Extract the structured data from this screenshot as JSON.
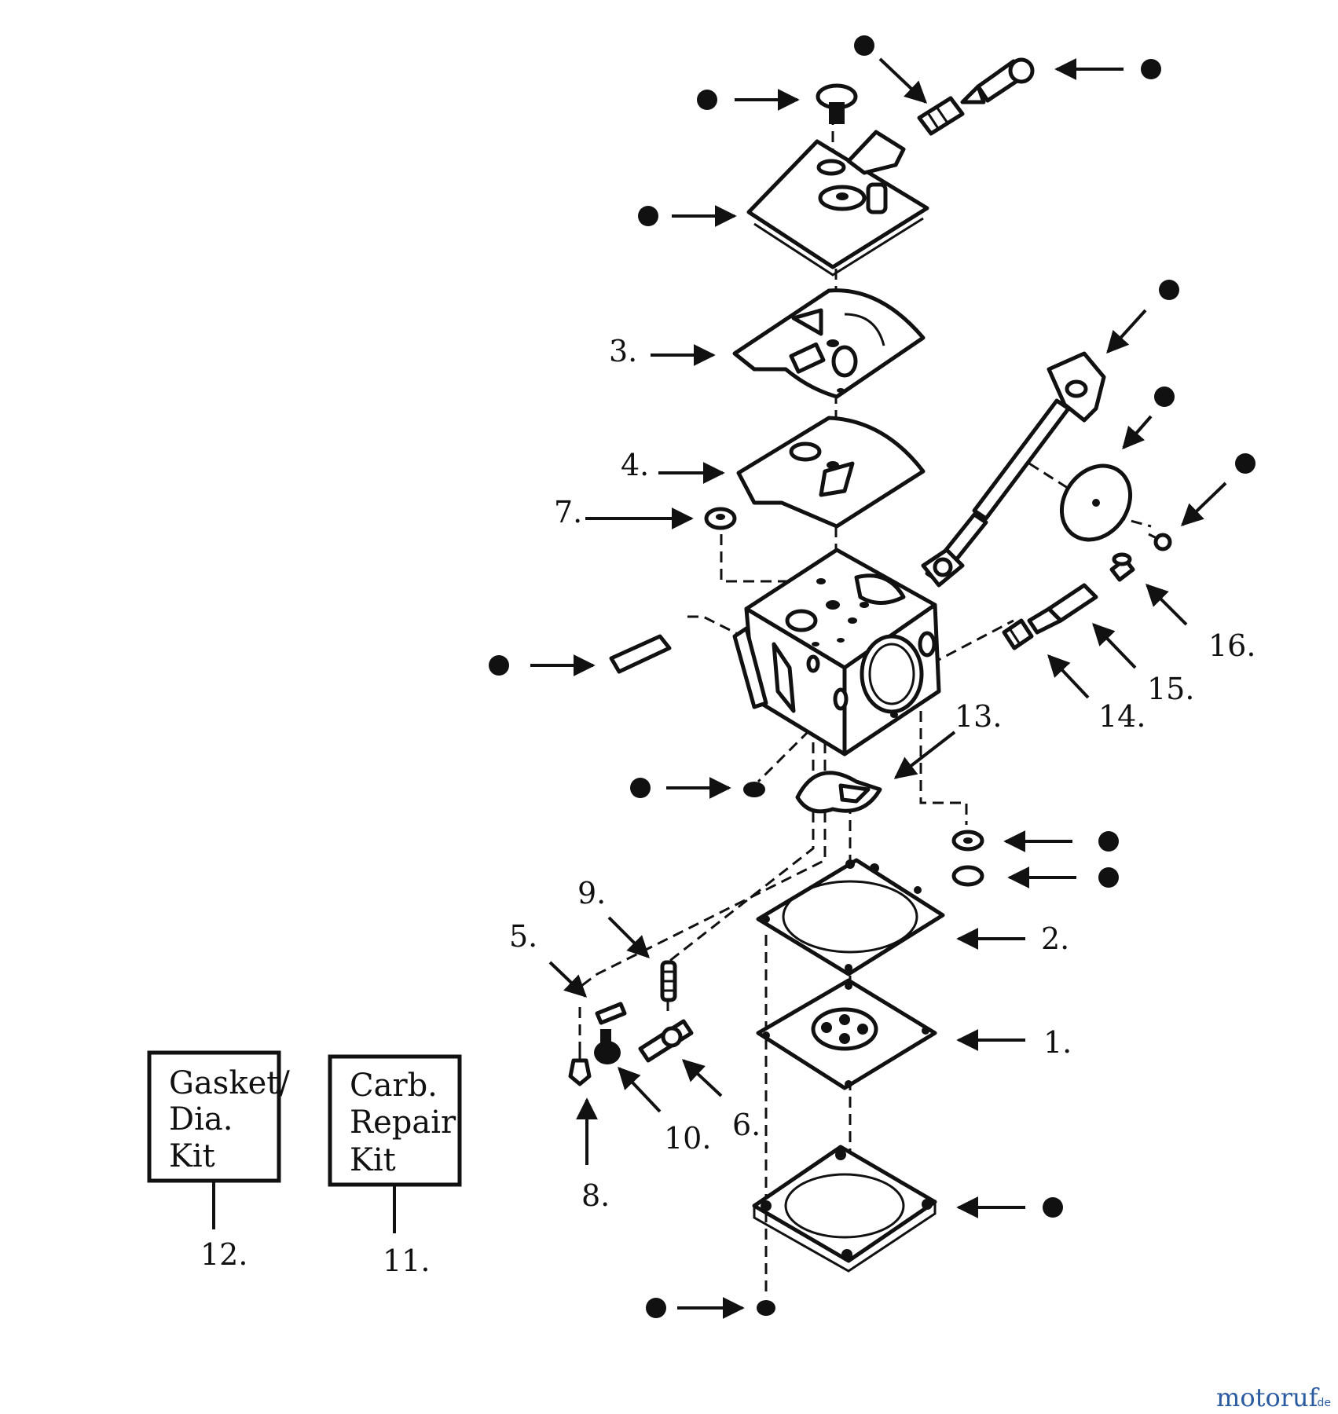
{
  "diagram": {
    "callouts": [
      "1.",
      "2.",
      "3.",
      "4.",
      "5.",
      "6.",
      "7.",
      "8.",
      "9.",
      "10.",
      "11.",
      "12.",
      "13.",
      "14.",
      "15.",
      "16."
    ],
    "kits": {
      "gasket_kit": [
        "Gasket/",
        "Dia.",
        "Kit"
      ],
      "repair_kit": [
        "Carb.",
        "Repair",
        "Kit"
      ]
    },
    "watermark": {
      "main": "motoruf",
      "suffix": ".de"
    },
    "colors": {
      "ink": "#111111",
      "background": "#ffffff",
      "watermark": "#2a5aa0"
    }
  }
}
